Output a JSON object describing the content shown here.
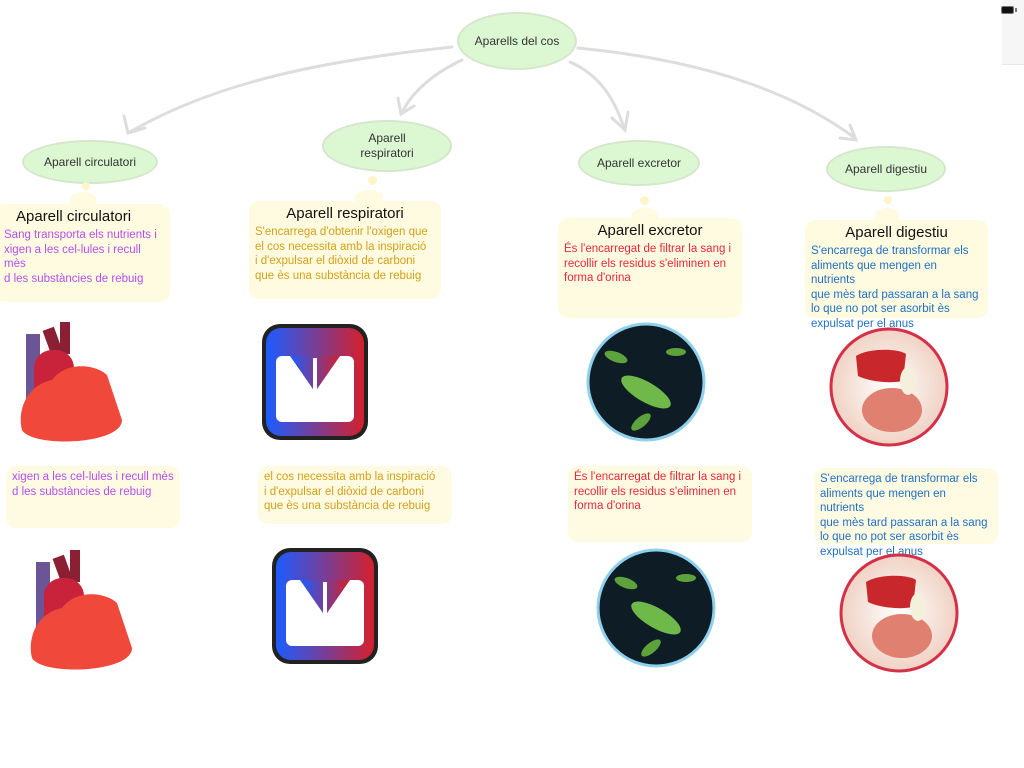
{
  "root": {
    "label": "Aparells del cos"
  },
  "nodes": [
    {
      "id": "circulatori",
      "label": "Aparell circulatori"
    },
    {
      "id": "respiratori",
      "label": "Aparell\nrespiratori"
    },
    {
      "id": "excretor",
      "label": "Aparell excretor"
    },
    {
      "id": "digestiu",
      "label": "Aparell digestiu"
    }
  ],
  "cards": [
    {
      "title": "Aparell circulatori",
      "text": "Sang transporta els nutrients i\nxigen a les cel-lules i recull mès\nd les substàncies de rebuig",
      "color": "#b44ef0",
      "partial_text": "xigen a les cel-lules i recull mès\nd les substàncies de rebuig",
      "image": "heart-icon"
    },
    {
      "title": "Aparell respiratori",
      "text": "S'encarrega d'obtenir l'oxigen que\nel cos necessita amb la inspiració\ni d'expulsar el diòxid de carboni\nque ès una substància de rebuig",
      "color": "#d4a017",
      "partial_text": "el cos necessita amb la inspiració\ni d'expulsar el diòxid de carboni\nque ès una substància de rebuig",
      "image": "circulation-diagram-icon"
    },
    {
      "title": "Aparell excretor",
      "text": "És l'encarregat de filtrar la sang i\nrecollir els residus s'eliminen en\nforma d'orina",
      "color": "#e8283c",
      "partial_text": "És l'encarregat de filtrar la sang i\nrecollir els residus s'eliminen en\nforma d'orina",
      "image": "bacteria-icon"
    },
    {
      "title": "Aparell digestiu",
      "text": "S'encarrega de transformar els\naliments que mengen en nutrients\nque mès tard passaran a la sang\nlo que no pot ser asorbit ès\nexpulsat per el anus",
      "color": "#1f6fc4",
      "partial_text": "S'encarrega de transformar els\naliments que mengen en nutrients\nque mès tard passaran a la sang\nlo que no pot ser asorbit ès\nexpulsat per el anus",
      "image": "digestive-system-icon"
    }
  ],
  "status": {
    "battery_icon": "battery-icon"
  }
}
